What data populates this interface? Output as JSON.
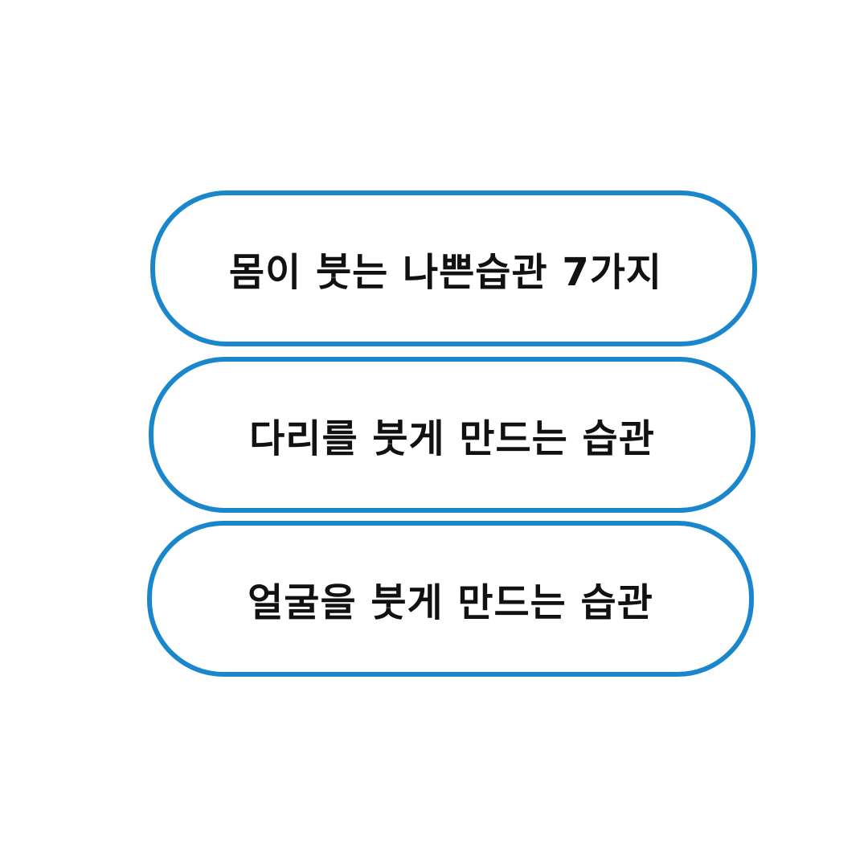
{
  "accent_color": "#1a86cc",
  "text_color": "#111111",
  "background_color": "#ffffff",
  "items": [
    {
      "label": "몸이 붓는 나쁜습관 7가지"
    },
    {
      "label": "다리를 붓게 만드는 습관"
    },
    {
      "label": "얼굴을 붓게 만드는 습관"
    }
  ]
}
